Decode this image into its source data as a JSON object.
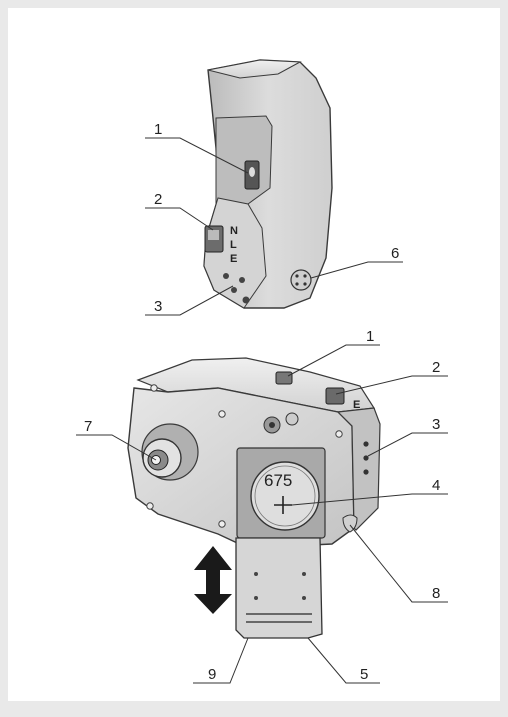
{
  "figure_top": {
    "switch_letters": [
      "N",
      "L",
      "E"
    ],
    "callouts": [
      "1",
      "2",
      "3",
      "6"
    ]
  },
  "figure_bottom": {
    "battery_label": "675",
    "battery_symbol": "+",
    "side_letter": "E",
    "callouts": [
      "1",
      "2",
      "3",
      "4",
      "7",
      "8",
      "9",
      "5"
    ]
  },
  "colors": {
    "body_light": "#e4e4e4",
    "body_mid": "#c9c9c9",
    "body_dark": "#8e8e8e",
    "outline": "#3a3a3a",
    "arrow": "#1a1a1a"
  }
}
